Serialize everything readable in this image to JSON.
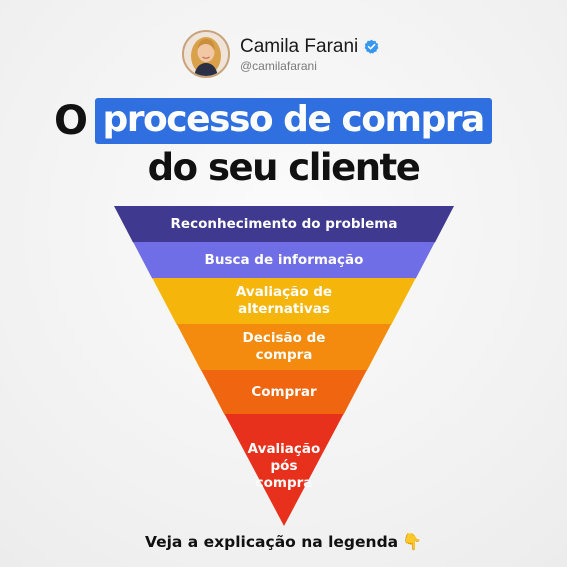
{
  "profile": {
    "name": "Camila Farani",
    "handle": "@camilafarani"
  },
  "title": {
    "word1": "O",
    "highlight": "processo de compra",
    "line2": "do seu cliente"
  },
  "funnel": {
    "stages": [
      {
        "label": "Reconhecimento do problema",
        "color": "#3f3a8f"
      },
      {
        "label": "Busca de  informação",
        "color": "#6f6ee6"
      },
      {
        "label": "Avaliação de\nalternativas",
        "color": "#f5b50a"
      },
      {
        "label": "Decisão de\ncompra",
        "color": "#f48a0e"
      },
      {
        "label": "Comprar",
        "color": "#f0650f"
      },
      {
        "label": "Avaliação\npós\ncompra",
        "color": "#e8311c"
      }
    ]
  },
  "footer": {
    "text": "Veja a explicação na legenda",
    "emoji": "👇"
  }
}
